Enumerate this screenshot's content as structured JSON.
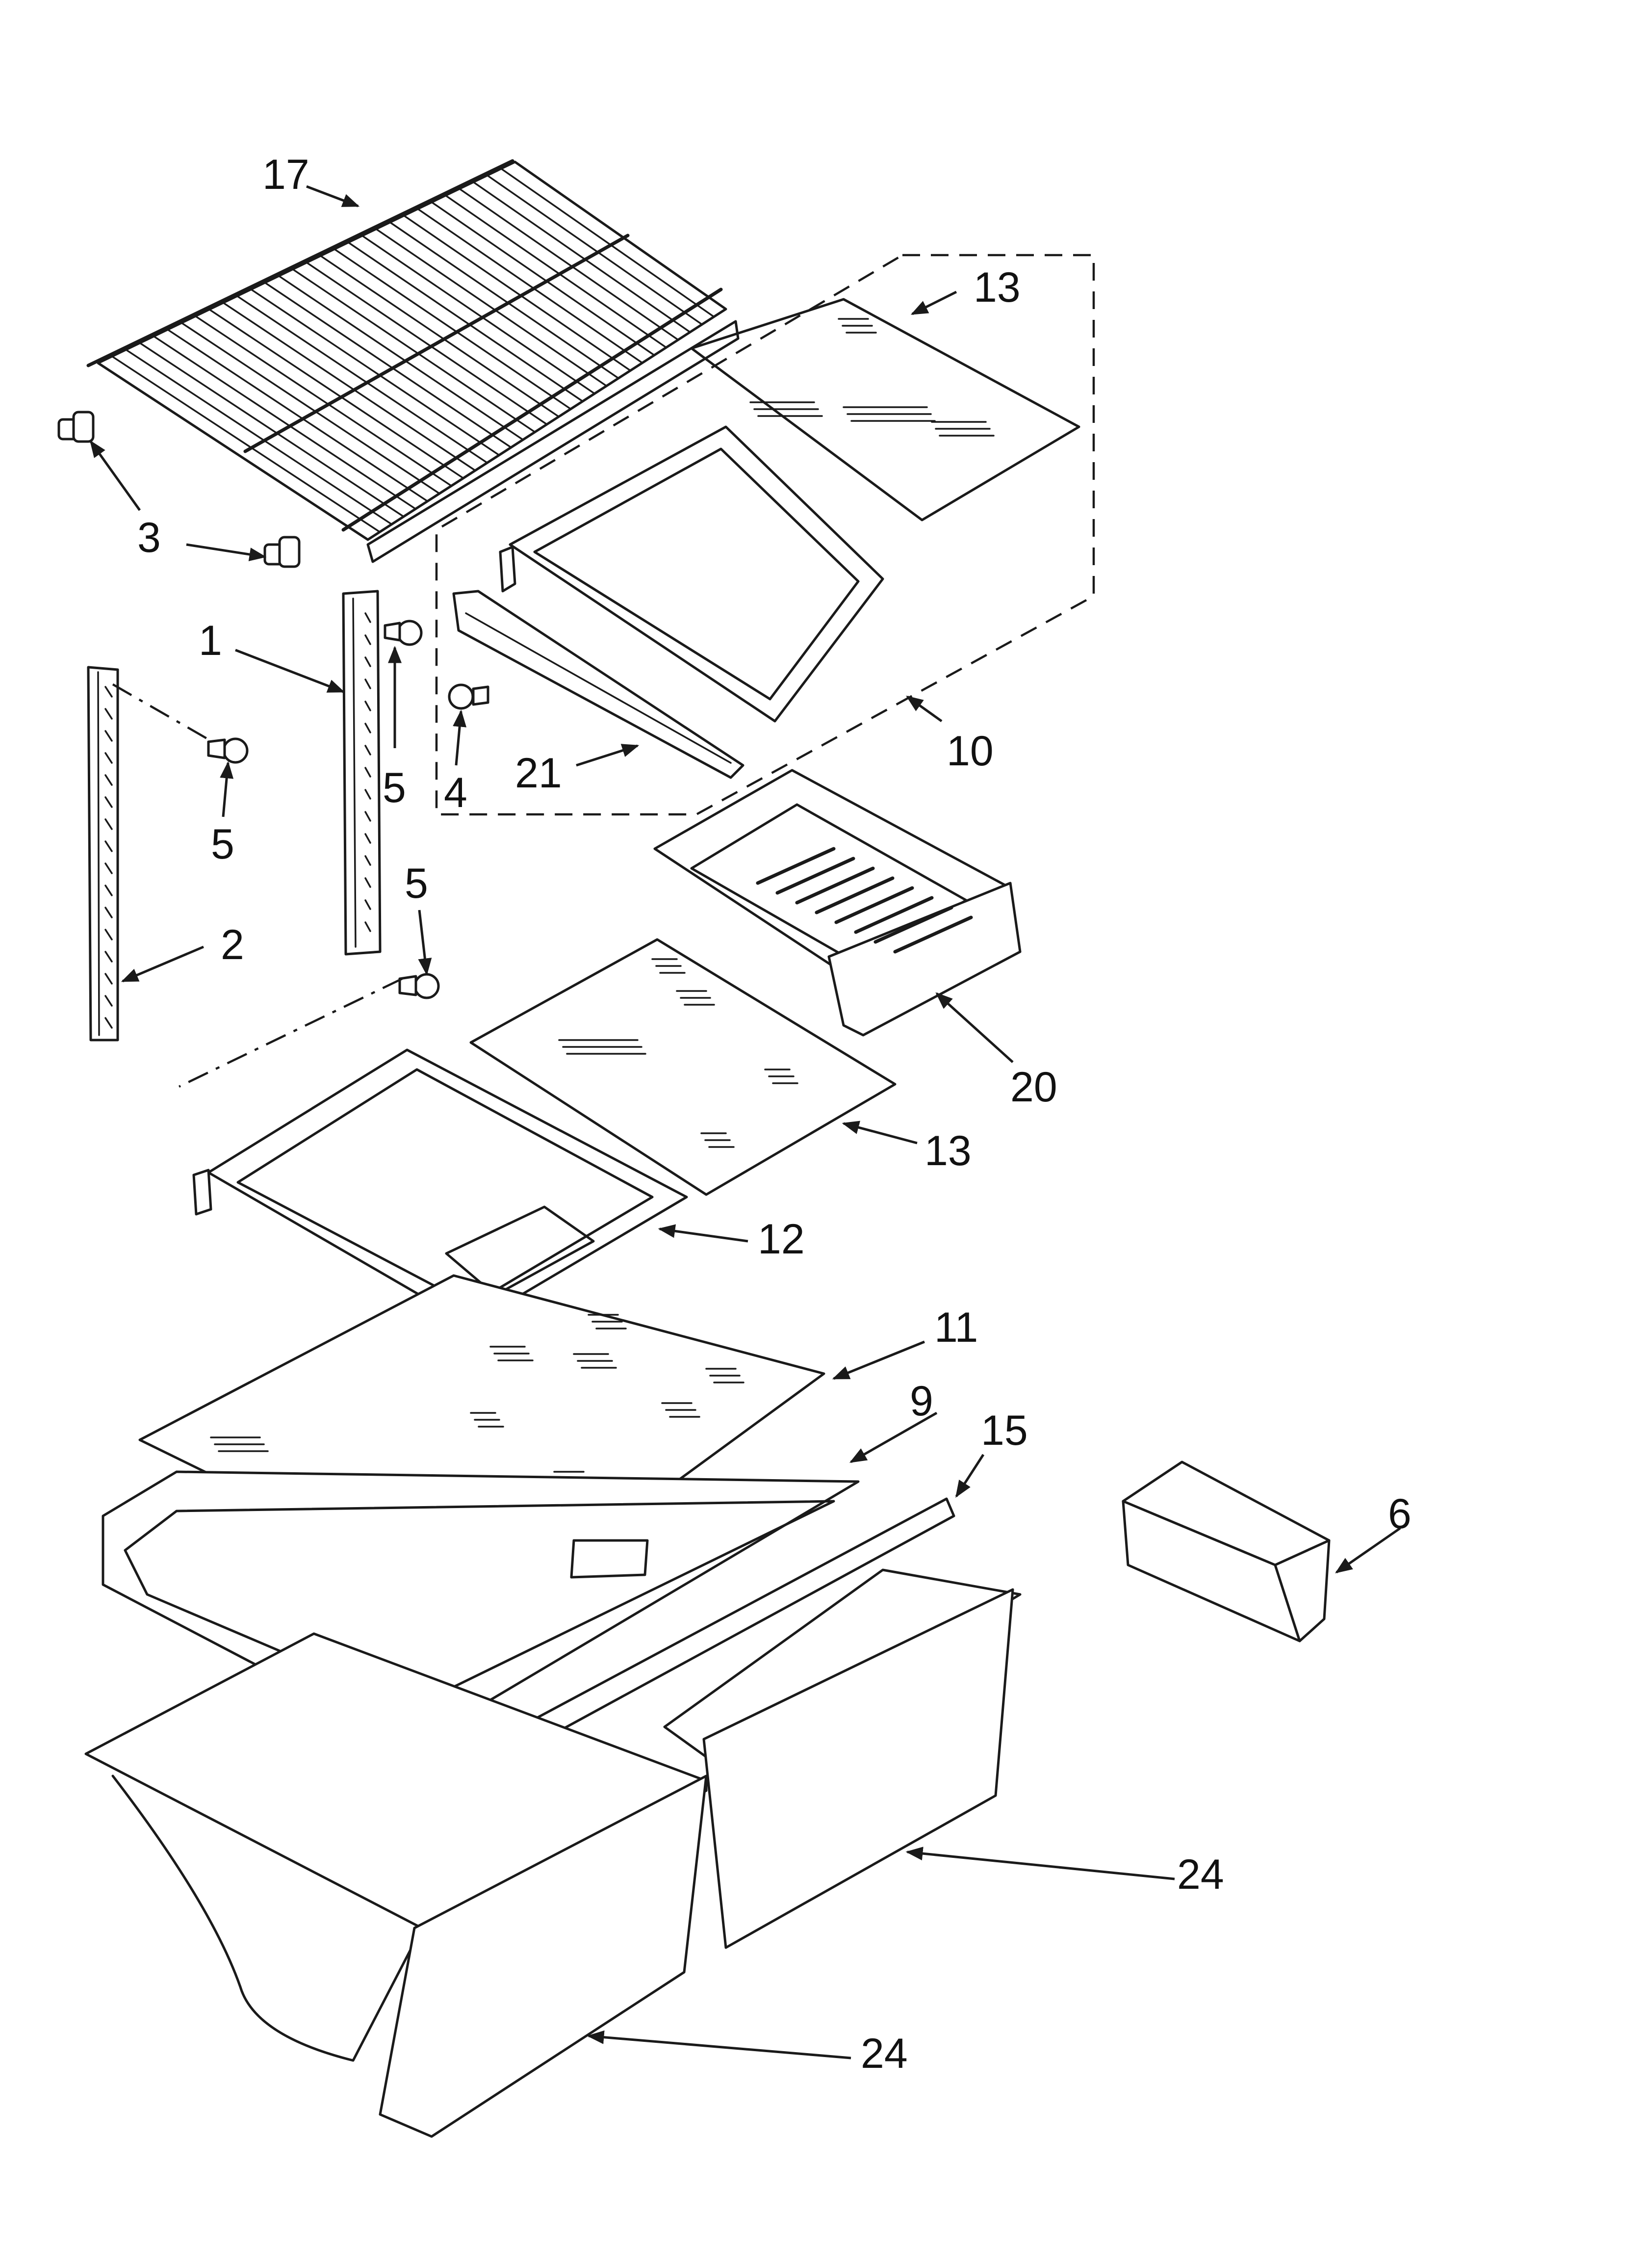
{
  "colors": {
    "ink": "#1a1a1a",
    "background": "#ffffff"
  },
  "callouts": {
    "c17": "17",
    "c3": "3",
    "c13_top": "13",
    "c1": "1",
    "c10": "10",
    "c5_left": "5",
    "c5_mid": "5",
    "c4": "4",
    "c21": "21",
    "c5_low": "5",
    "c2": "2",
    "c20": "20",
    "c13_mid": "13",
    "c12": "12",
    "c11": "11",
    "c9": "9",
    "c15": "15",
    "c6": "6",
    "c24_right": "24",
    "c24_left": "24"
  }
}
